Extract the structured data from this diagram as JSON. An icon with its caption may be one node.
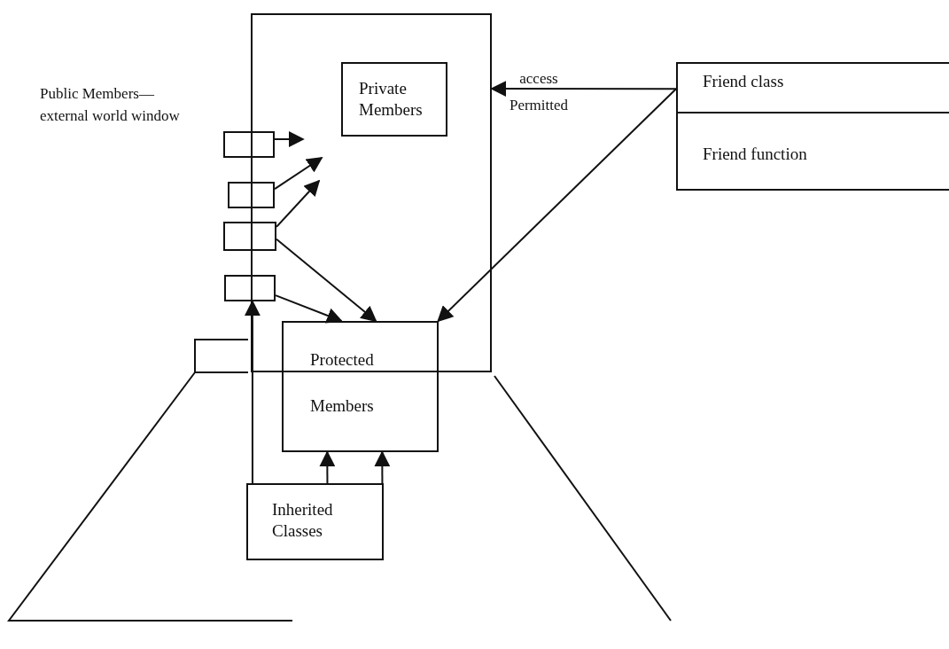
{
  "diagram": {
    "nodes": [
      {
        "text": [],
        "shape": "box"
      },
      {
        "text": [
          "Private Members"
        ],
        "in": 0
      },
      {
        "text": [],
        "shape": "box"
      },
      {
        "text": [],
        "shape": "box"
      },
      {
        "text": [],
        "shape": "box"
      },
      {
        "text": [],
        "shape": "box"
      },
      {
        "text": [
          "Protected Members"
        ]
      },
      {
        "text": [
          "Friend class"
        ]
      },
      {
        "text": [
          "Friend function"
        ]
      },
      {
        "text": [
          "Inherited Classes"
        ]
      }
    ],
    "edges": [
      {
        "from": 2,
        "to": null,
        "arrow": "to"
      },
      {
        "from": 3,
        "to": null,
        "arrow": "to"
      },
      {
        "from": 4,
        "to": null,
        "arrow": "to"
      },
      {
        "from": 4,
        "to": 6,
        "arrow": "to"
      },
      {
        "from": 5,
        "to": 6,
        "arrow": "to"
      },
      {
        "from": 7,
        "to": 0,
        "arrow": "to",
        "label": "access Permitted"
      },
      {
        "from": 7,
        "to": 6,
        "arrow": "to"
      },
      {
        "from": 9,
        "to": 5,
        "arrow": "to"
      },
      {
        "from": 9,
        "to": 6,
        "arrow": "to"
      },
      {
        "from": 9,
        "to": 6,
        "arrow": "to"
      }
    ],
    "labels": [
      "Public Members— external world window"
    ]
  }
}
